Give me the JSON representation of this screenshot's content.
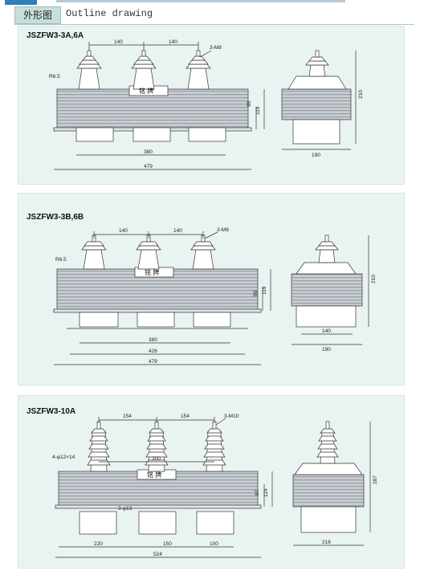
{
  "header": {
    "title_cn": "外形图",
    "title_en": "Outline drawing"
  },
  "panels": [
    {
      "model": "JSZFW3-3A,6A",
      "dims": {
        "pitch": "140",
        "mount": "3-M8",
        "hole": "R6.5",
        "h_inner": "90",
        "h_outer": "119",
        "base": "380",
        "overall": "479",
        "height": "210",
        "width": "190"
      },
      "nameplate": "铭 牌"
    },
    {
      "model": "JSZFW3-3B,6B",
      "dims": {
        "pitch": "140",
        "mount": "3-M8",
        "hole": "R6.5",
        "h_inner": "90",
        "h_outer": "119",
        "base": "380",
        "mid": "426",
        "overall": "479",
        "height": "210",
        "inner_w": "140",
        "width": "190"
      },
      "nameplate": "铭 牌"
    },
    {
      "model": "JSZFW3-10A",
      "dims": {
        "pitch": "154",
        "mount": "3-M10",
        "hole": "4-φ12×14",
        "h_inner": "97",
        "h_outer": "124",
        "inner": "300",
        "holes": "3-φ13",
        "seg1": "220",
        "seg2": "150",
        "seg3": "100",
        "overall": "524",
        "height": "287",
        "width": "216"
      },
      "nameplate": "铭 牌"
    }
  ]
}
